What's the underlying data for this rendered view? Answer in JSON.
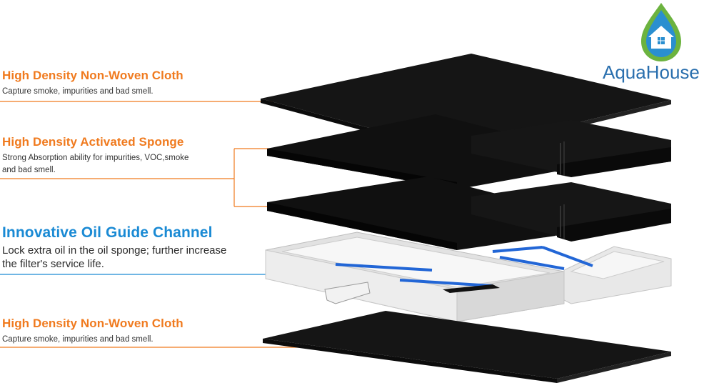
{
  "layers": [
    {
      "title": "High Density Non-Woven Cloth",
      "description": "Capture smoke, impurities and bad smell."
    },
    {
      "title": "High Density Activated Sponge",
      "description_lines": [
        "Strong Absorption ability for impurities, VOC,smoke",
        "and bad smell."
      ]
    },
    {
      "title": "Innovative Oil Guide Channel",
      "description_lines": [
        "Lock extra oil in the oil sponge; further increase",
        "the filter's service life."
      ]
    },
    {
      "title": "High Density Non-Woven Cloth",
      "description": "Capture smoke, impurities and bad smell."
    }
  ],
  "logo": {
    "text": "AquaHouse"
  },
  "colors": {
    "accent_orange": "#f07a1e",
    "accent_blue": "#1a8ad4",
    "logo_blue": "#2a6fae",
    "logo_green": "#6cb33f",
    "layer_black": "#141414",
    "frame_gray": "#e6e6e6"
  }
}
